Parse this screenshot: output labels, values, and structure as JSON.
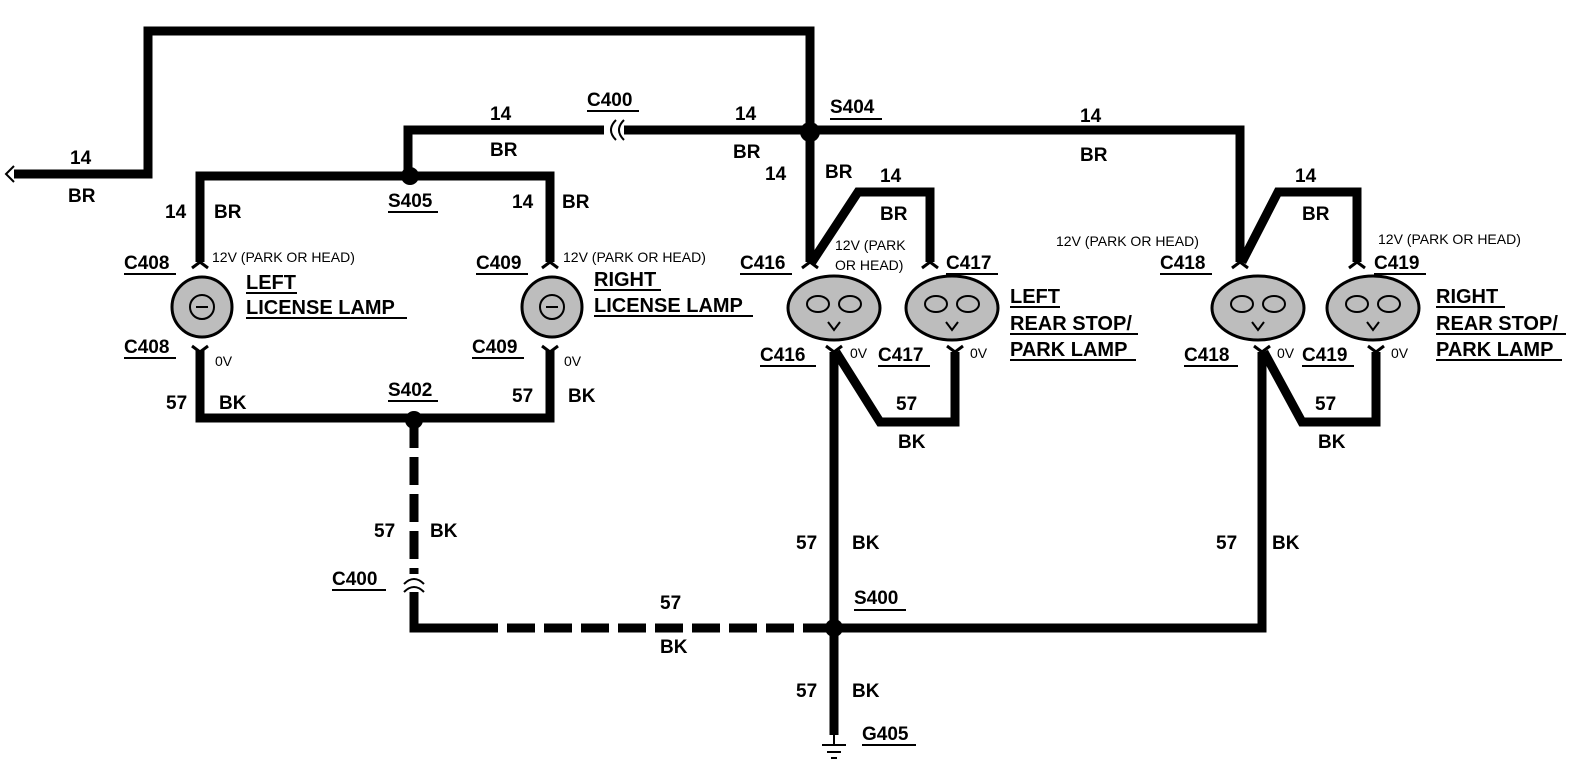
{
  "wire": {
    "c14": "14",
    "c57": "57",
    "br": "BR",
    "bk": "BK"
  },
  "splices": {
    "s404": "S404",
    "s405": "S405",
    "s402": "S402",
    "s400": "S400"
  },
  "ground": "G405",
  "connectors": {
    "c400": "C400",
    "c408": "C408",
    "c409": "C409",
    "c416": "C416",
    "c417": "C417",
    "c418": "C418",
    "c419": "C419"
  },
  "voltages": {
    "park_head": "12V (PARK OR HEAD)",
    "park_head_l1": "12V (PARK",
    "park_head_l2": "OR HEAD)",
    "zero": "0V"
  },
  "lamps": {
    "left_license": [
      "LEFT",
      "LICENSE LAMP"
    ],
    "right_license": [
      "RIGHT",
      "LICENSE LAMP"
    ],
    "left_rear": [
      "LEFT",
      "REAR STOP/",
      "PARK LAMP"
    ],
    "right_rear": [
      "RIGHT",
      "REAR STOP/",
      "PARK LAMP"
    ]
  },
  "colors": {
    "wire": "#000000",
    "lamp_fill": "#bdbdbd",
    "background": "#ffffff"
  }
}
